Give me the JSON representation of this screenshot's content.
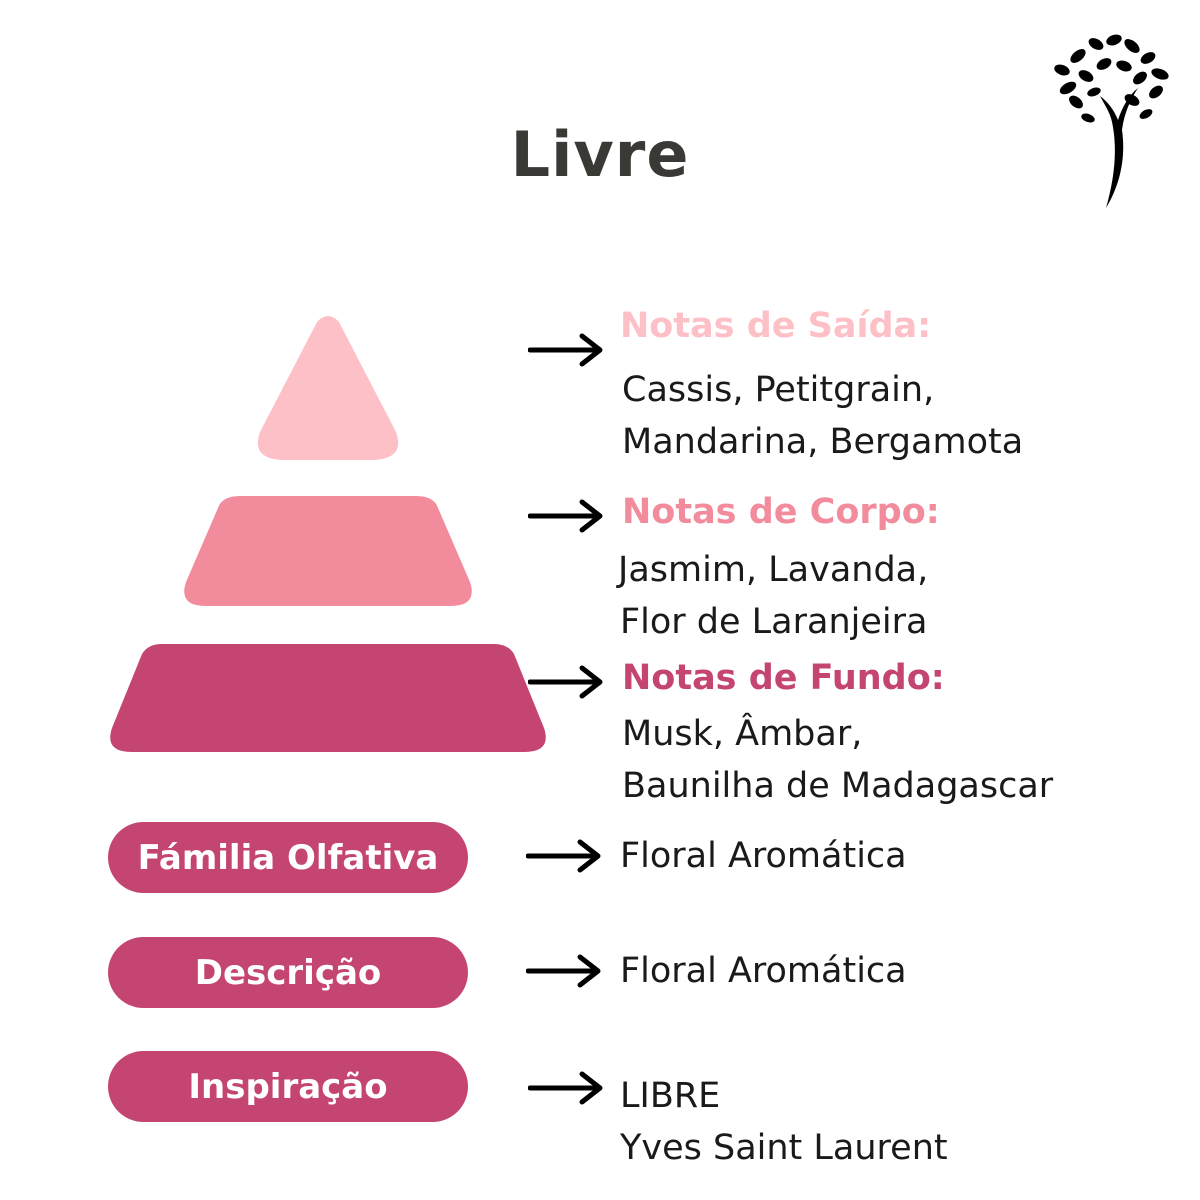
{
  "title": "Livre",
  "colors": {
    "top": "#fdc0c6",
    "middle": "#f28c9c",
    "base": "#c44472",
    "pill": "#c44472",
    "title": "#3a3936"
  },
  "notes": {
    "top": {
      "heading": "Notas de Saída:",
      "lines": [
        "Cassis, Petitgrain,",
        "Mandarina, Bergamota"
      ]
    },
    "heart": {
      "heading": "Notas de Corpo:",
      "lines": [
        "Jasmim, Lavanda,",
        "Flor de Laranjeira"
      ]
    },
    "base": {
      "heading": "Notas de Fundo:",
      "lines": [
        "Musk, Âmbar,",
        "Baunilha de Madagascar"
      ]
    }
  },
  "details": {
    "family": {
      "label": "Fámilia Olfativa",
      "value": "Floral Aromática"
    },
    "description": {
      "label": "Descrição",
      "value": "Floral Aromática"
    },
    "inspiration": {
      "label": "Inspiração",
      "lines": [
        "LIBRE",
        "Yves Saint Laurent"
      ]
    }
  },
  "icons": [
    "tree-logo-icon",
    "arrow-right-icon"
  ]
}
